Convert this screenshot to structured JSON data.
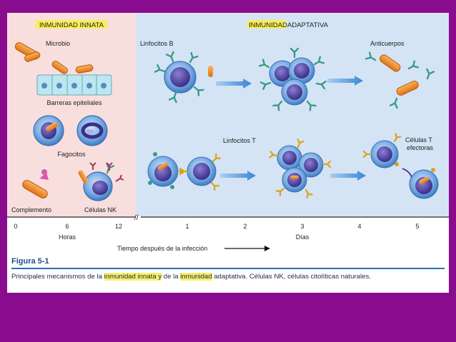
{
  "panels": {
    "innate_title": "INMUNIDAD INNATA",
    "adaptive_title_part1": "INMUNIDAD",
    "adaptive_title_part2": "ADAPTATIVA"
  },
  "labels": {
    "microbio": "Microbio",
    "barreras": "Barreras epiteliales",
    "fagocitos": "Fagocitos",
    "complemento": "Complemento",
    "celulas_nk": "Células NK",
    "linfocitos_b": "Linfocitos B",
    "anticuerpos": "Anticuerpos",
    "linfocitos_t": "Linfocitos T",
    "celulas_t_1": "Células T",
    "celulas_t_2": "efectoras"
  },
  "axis": {
    "hours_ticks": [
      "0",
      "6",
      "12"
    ],
    "days_ticks": [
      "1",
      "2",
      "3",
      "4",
      "5"
    ],
    "hours_label": "Horas",
    "days_label": "Días",
    "time_label": "Tiempo después de la infección"
  },
  "caption": {
    "title": "Figura 5-1",
    "t1": "Principales mecanismos de la ",
    "h1": "inmunidad innata y",
    "t2": " de la ",
    "h2": "inmunidad",
    "t3": " adaptativa. Células NK, células citolíticas naturales."
  },
  "colors": {
    "page_bg": "#8a0c8e",
    "innate_bg": "#f9dede",
    "adaptive_bg": "#d4e4f4",
    "title_highlight": "#f7ef5c",
    "microbe": "#ef8b2a",
    "cell_outer": "#4f8cd1",
    "cell_nucleus": "#4b3f9a",
    "arrow": "#4a90d9",
    "antibody": "#3a9a8a",
    "tcr": "#d9a21a"
  }
}
